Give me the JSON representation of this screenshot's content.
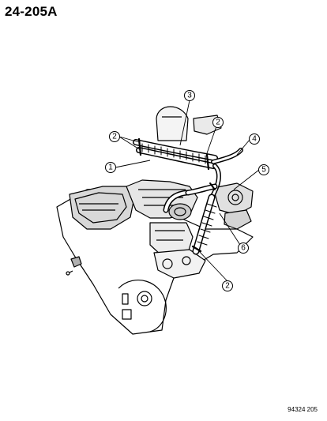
{
  "header": {
    "page_code": "24-205A"
  },
  "footer": {
    "figure_id": "94324 205"
  },
  "callouts": [
    {
      "id": "c1",
      "label": "1"
    },
    {
      "id": "c2a",
      "label": "2"
    },
    {
      "id": "c2b",
      "label": "2"
    },
    {
      "id": "c2c",
      "label": "2"
    },
    {
      "id": "c3",
      "label": "3"
    },
    {
      "id": "c4",
      "label": "4"
    },
    {
      "id": "c5",
      "label": "5"
    },
    {
      "id": "c6",
      "label": "6"
    }
  ]
}
